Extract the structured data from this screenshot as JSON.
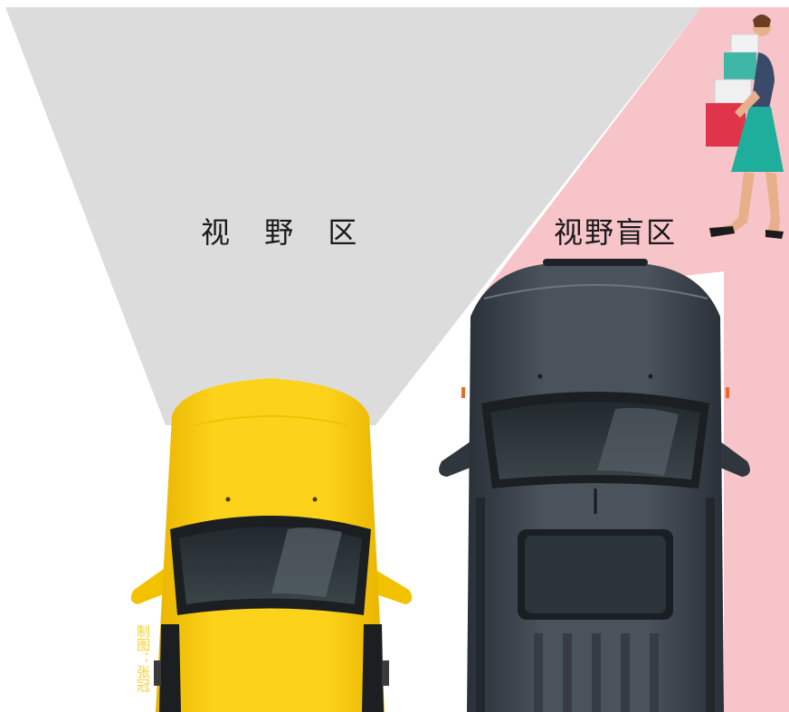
{
  "labels": {
    "field_of_view": "视 野 区",
    "blind_spot": "视野盲区"
  },
  "credit": "制图：张冠",
  "colors": {
    "view_zone": "#dcdcdc",
    "blind_zone": "#f7c4c9",
    "yellow_car": "#fcd21a",
    "dark_suv": "#3f4650",
    "credit_text": "#f7cf2e"
  },
  "icons": {
    "pedestrian": "woman-carrying-boxes-icon"
  }
}
